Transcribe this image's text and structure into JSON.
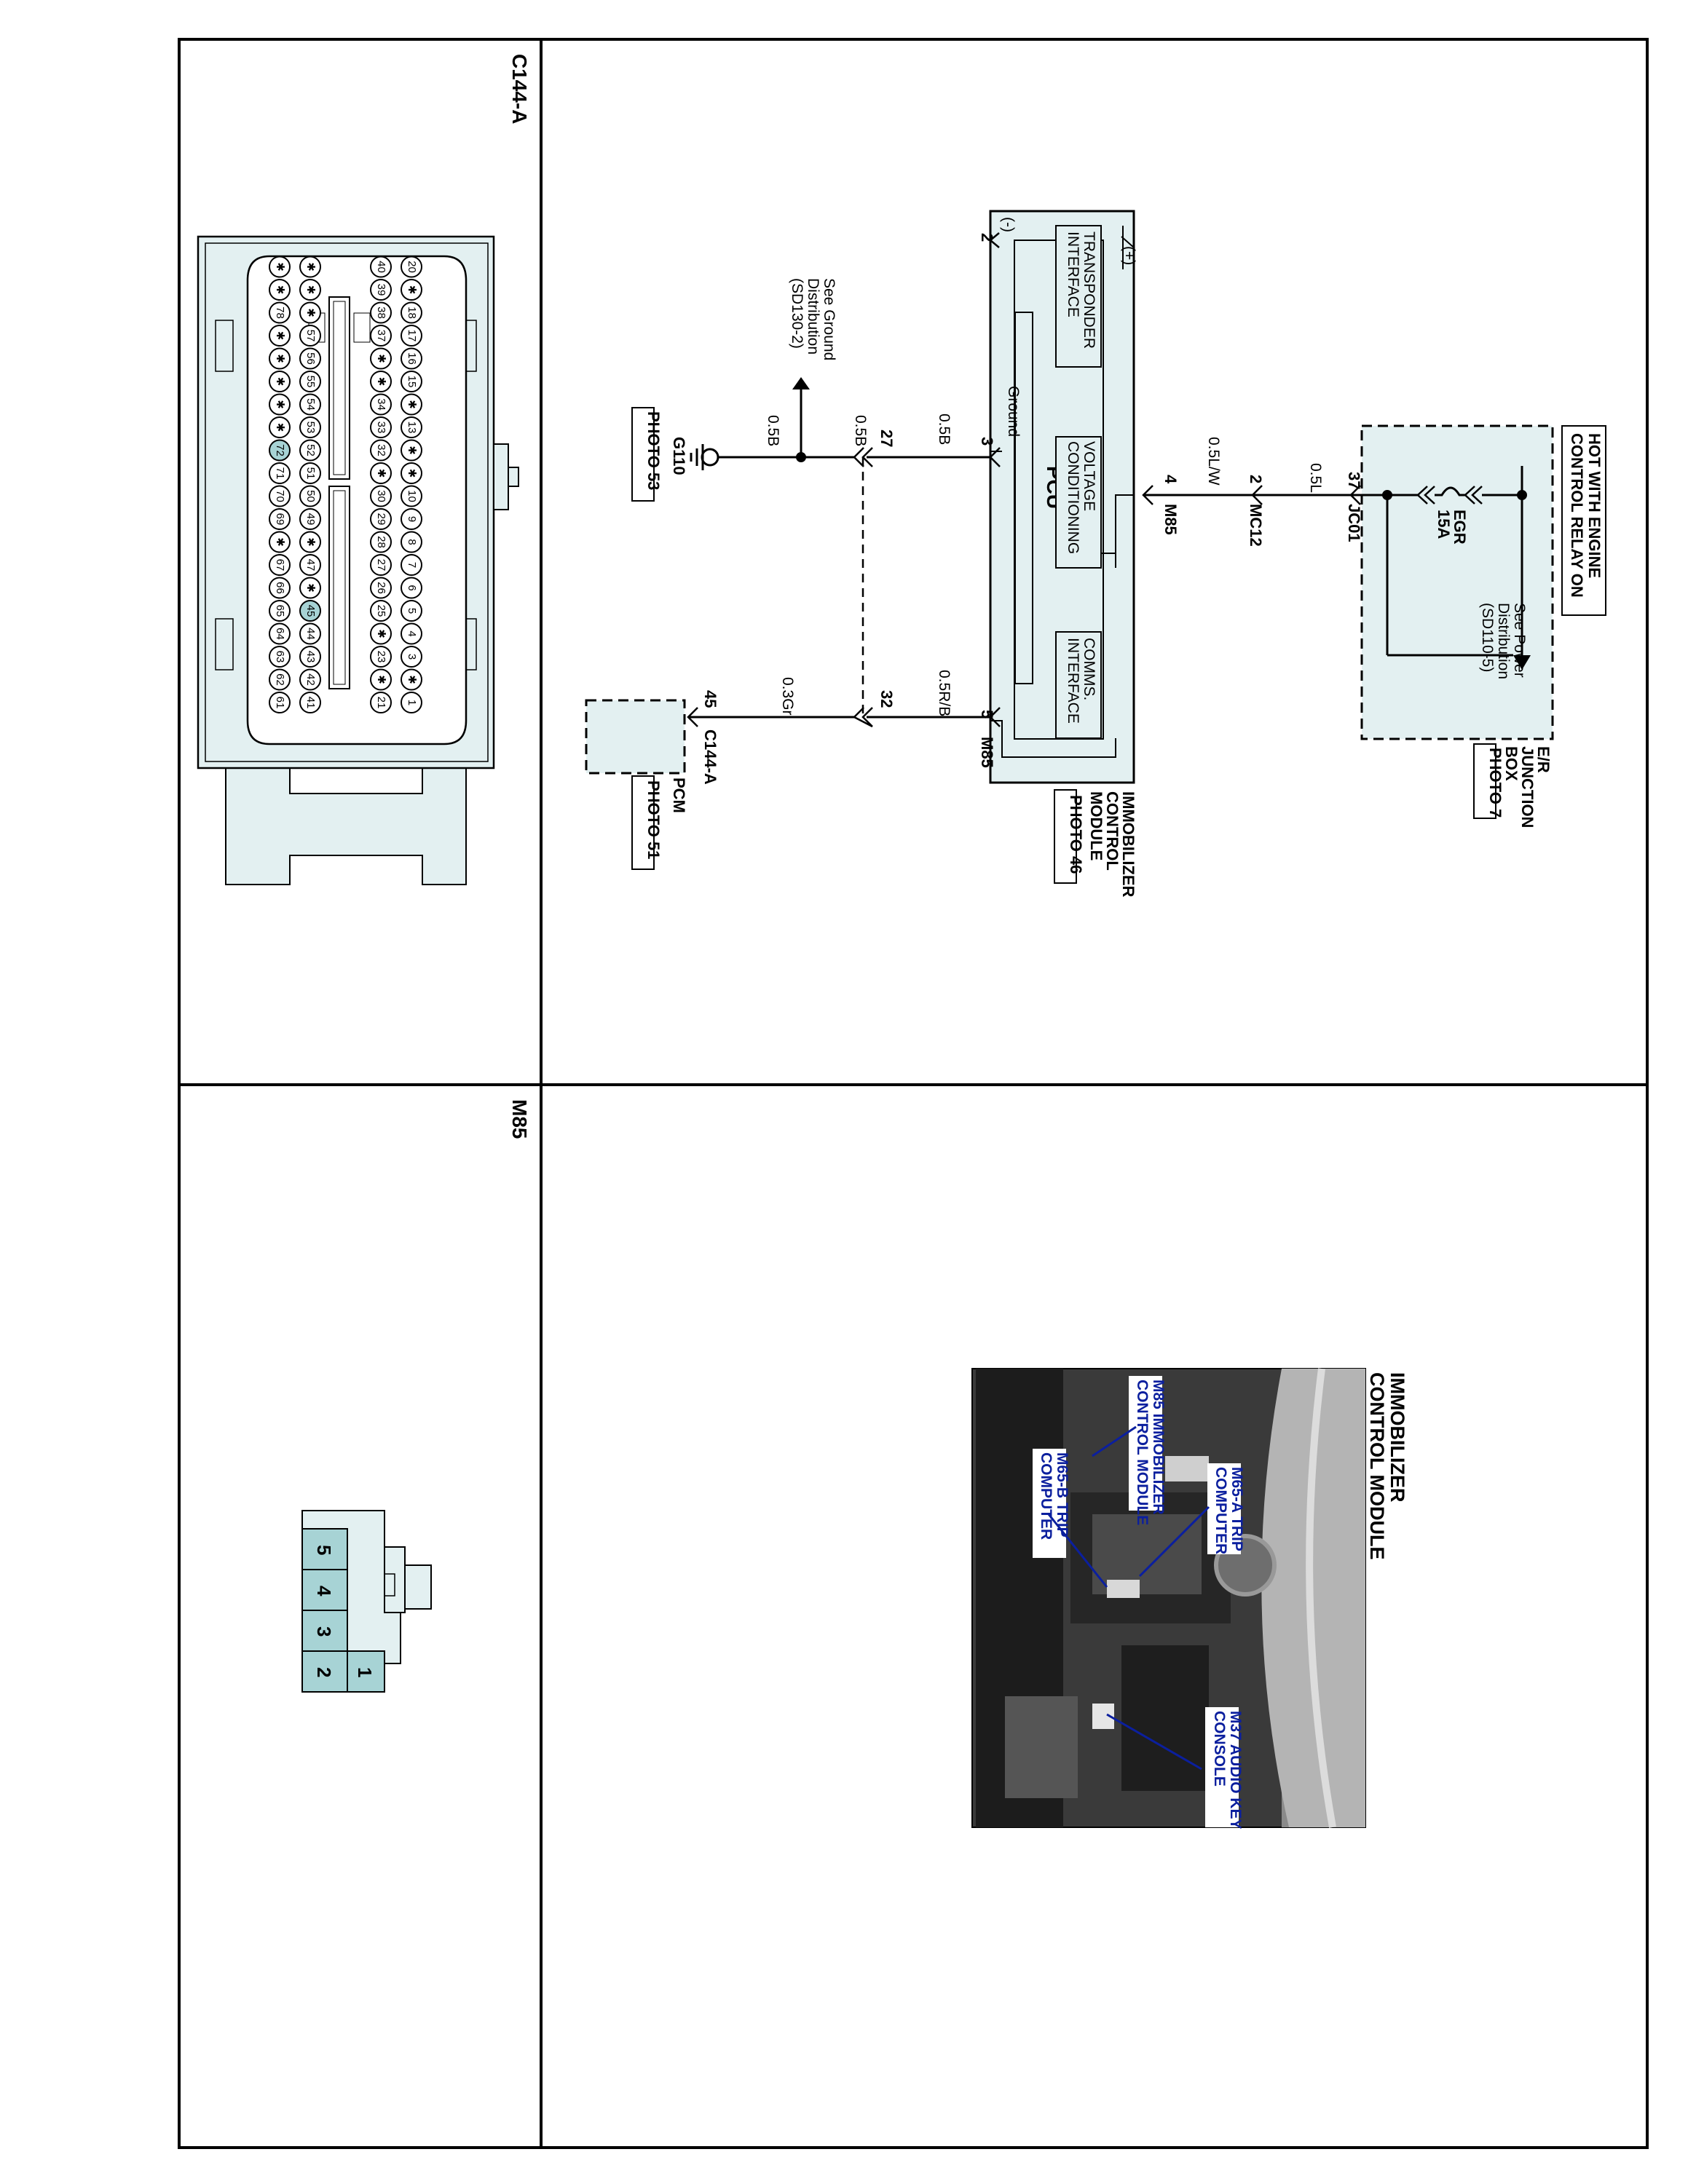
{
  "sections": {
    "c144a": {
      "title": "C144-A",
      "highlight_pins": [
        "72",
        "45"
      ]
    },
    "m85": {
      "title": "M85",
      "pins": [
        "1",
        "2",
        "3",
        "4",
        "5"
      ]
    }
  },
  "schematic": {
    "hot_label": [
      "HOT WITH ENGINE",
      "CONTROL RELAY ON"
    ],
    "junction_box": {
      "name": [
        "E/R",
        "JUNCTION",
        "BOX"
      ],
      "photo": "PHOTO 7"
    },
    "fuse": {
      "name": "EGR",
      "rating": "15A"
    },
    "power_ref": [
      "See Power",
      "Distribution",
      "(SD110-5)"
    ],
    "jc01": {
      "connector": "JC01",
      "pin": "37",
      "wire": "0.5L"
    },
    "mc12": {
      "connector": "MC12",
      "pin": "2",
      "wire": "0.5L/W"
    },
    "module": {
      "name": [
        "IMMOBILIZER",
        "CONTROL",
        "MODULE"
      ],
      "photo": "PHOTO 46",
      "transponder": [
        "TRANSPONDER",
        "INTERFACE"
      ],
      "voltage": [
        "VOLTAGE",
        "CONDITIONING"
      ],
      "comms": [
        "COMMS.",
        "INTERFACE"
      ],
      "pcu": "PCU",
      "ground": "Ground",
      "plus": "(+)",
      "minus": "(-)",
      "connector": "M85",
      "pins": {
        "p4": "4",
        "p2": "2",
        "p3": "3",
        "p5": "5"
      }
    },
    "ground_wire": {
      "pin": "27",
      "w1": "0.5B",
      "w2": "0.5B",
      "w3": "0.5B"
    },
    "ground_ref": [
      "See Ground",
      "Distribution",
      "(SD130-2)"
    ],
    "g110": {
      "name": "G110",
      "photo": "PHOTO 53"
    },
    "pcm": {
      "name": "PCM",
      "connector": "C144-A",
      "pin": "45",
      "photo": "PHOTO 51"
    },
    "pcm_wire": {
      "pin": "32",
      "w1": "0.5R/B",
      "w2": "0.3Gr"
    }
  },
  "photo": {
    "title": [
      "IMMOBILIZER",
      "CONTROL MODULE"
    ],
    "labels": {
      "m65a": [
        "M65-A TRIP",
        "COMPUTER"
      ],
      "m85": [
        "M85 IMMOBILIZER",
        "CONTROL MODULE"
      ],
      "m65b": [
        "M65-B TRIP",
        "COMPUTER"
      ],
      "m37": [
        "M37 AUDIO KEY",
        "CONSOLE"
      ]
    }
  }
}
